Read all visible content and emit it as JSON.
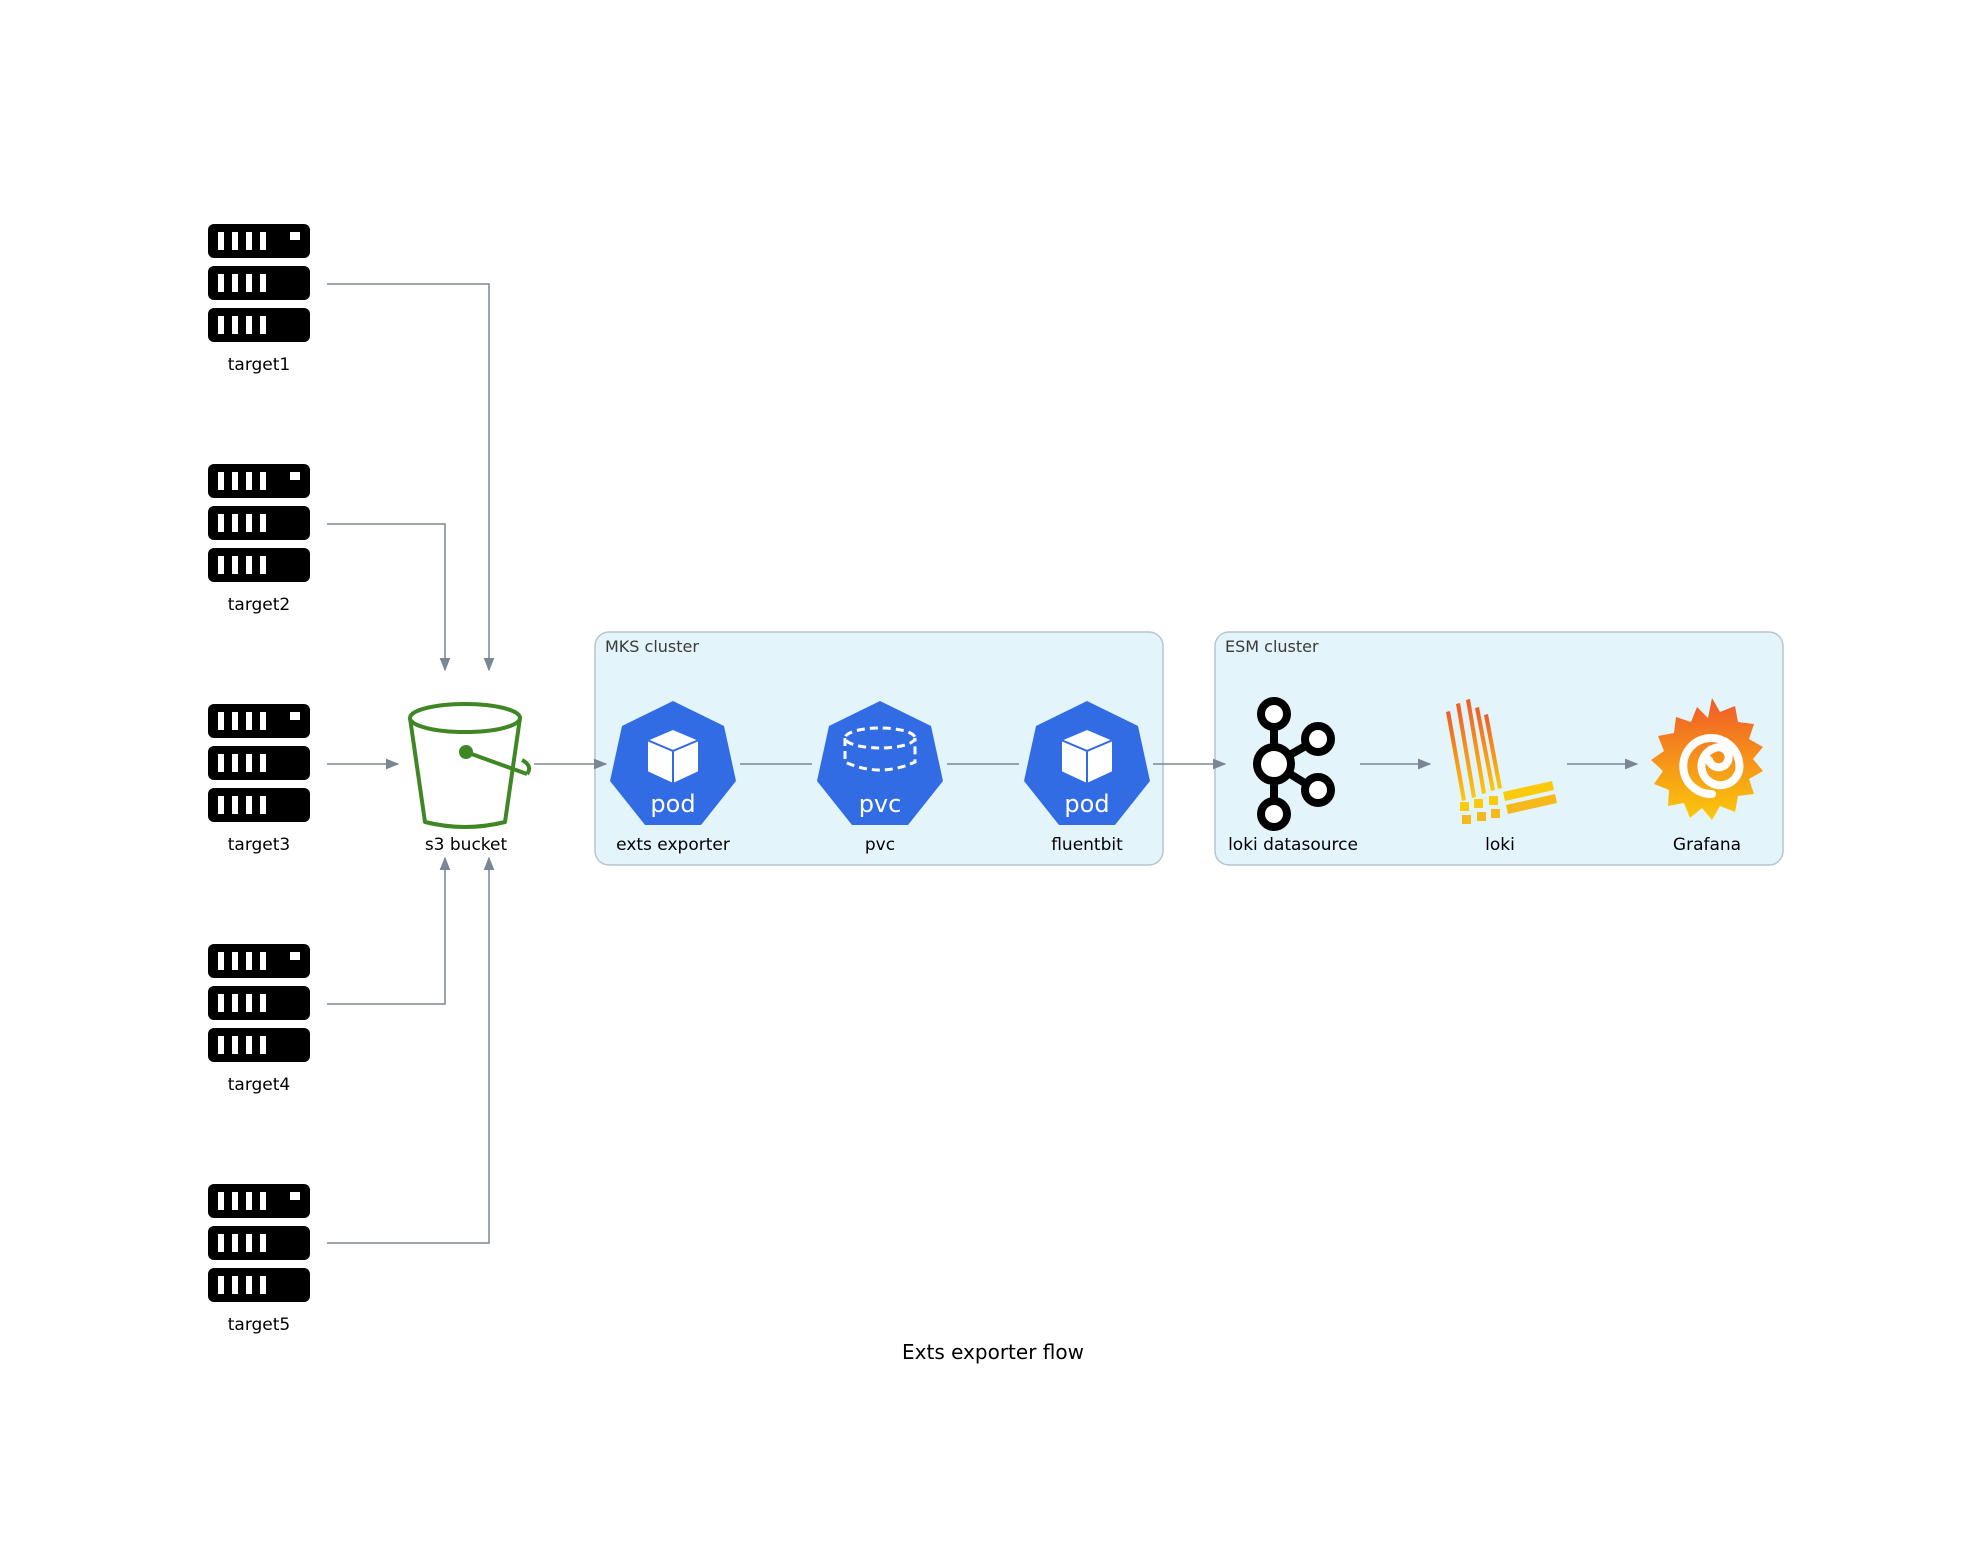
{
  "diagram": {
    "caption": "Exts exporter flow",
    "targets": [
      "target1",
      "target2",
      "target3",
      "target4",
      "target5"
    ],
    "bucket": {
      "label": "s3 bucket"
    },
    "clusters": {
      "mks": {
        "label": "MKS cluster",
        "nodes": [
          {
            "label": "exts exporter",
            "badge": "pod"
          },
          {
            "label": "pvc",
            "badge": "pvc"
          },
          {
            "label": "fluentbit",
            "badge": "pod"
          }
        ]
      },
      "esm": {
        "label": "ESM cluster",
        "nodes": [
          {
            "label": "loki datasource",
            "icon": "kafka-icon"
          },
          {
            "label": "loki",
            "icon": "loki-icon"
          },
          {
            "label": "Grafana",
            "icon": "grafana-icon"
          }
        ]
      }
    },
    "colors": {
      "edge": "#7b8694",
      "cluster_fill": "#e4f4fb",
      "cluster_border": "#b8c4d0",
      "k8s_blue": "#326ce5",
      "bucket_green": "#3f8624"
    }
  }
}
